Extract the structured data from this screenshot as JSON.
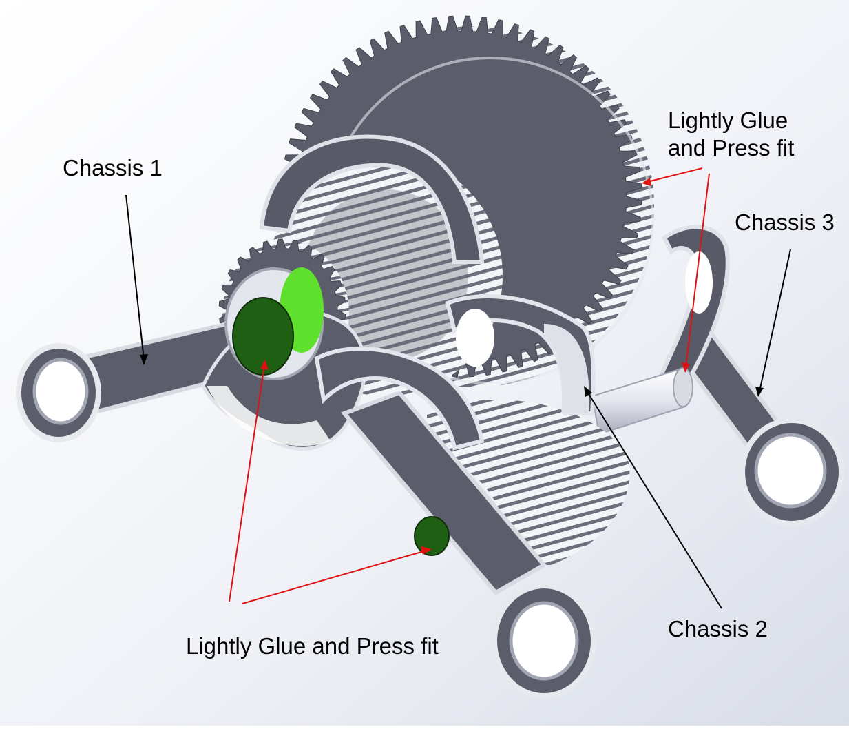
{
  "labels": {
    "chassis_1": "Chassis 1",
    "chassis_2": "Chassis 2",
    "chassis_3": "Chassis 3",
    "glue_top_line1": "Lightly Glue",
    "glue_top_line2": "and Press fit",
    "glue_bottom": "Lightly Glue and Press fit"
  },
  "colors": {
    "part_face": "#5b5e6a",
    "part_edge": "#d9dbe3",
    "highlight": "#1f5f14",
    "highlight_bright": "#5fe02c",
    "leader_black": "#000000",
    "leader_red": "#e01010"
  }
}
